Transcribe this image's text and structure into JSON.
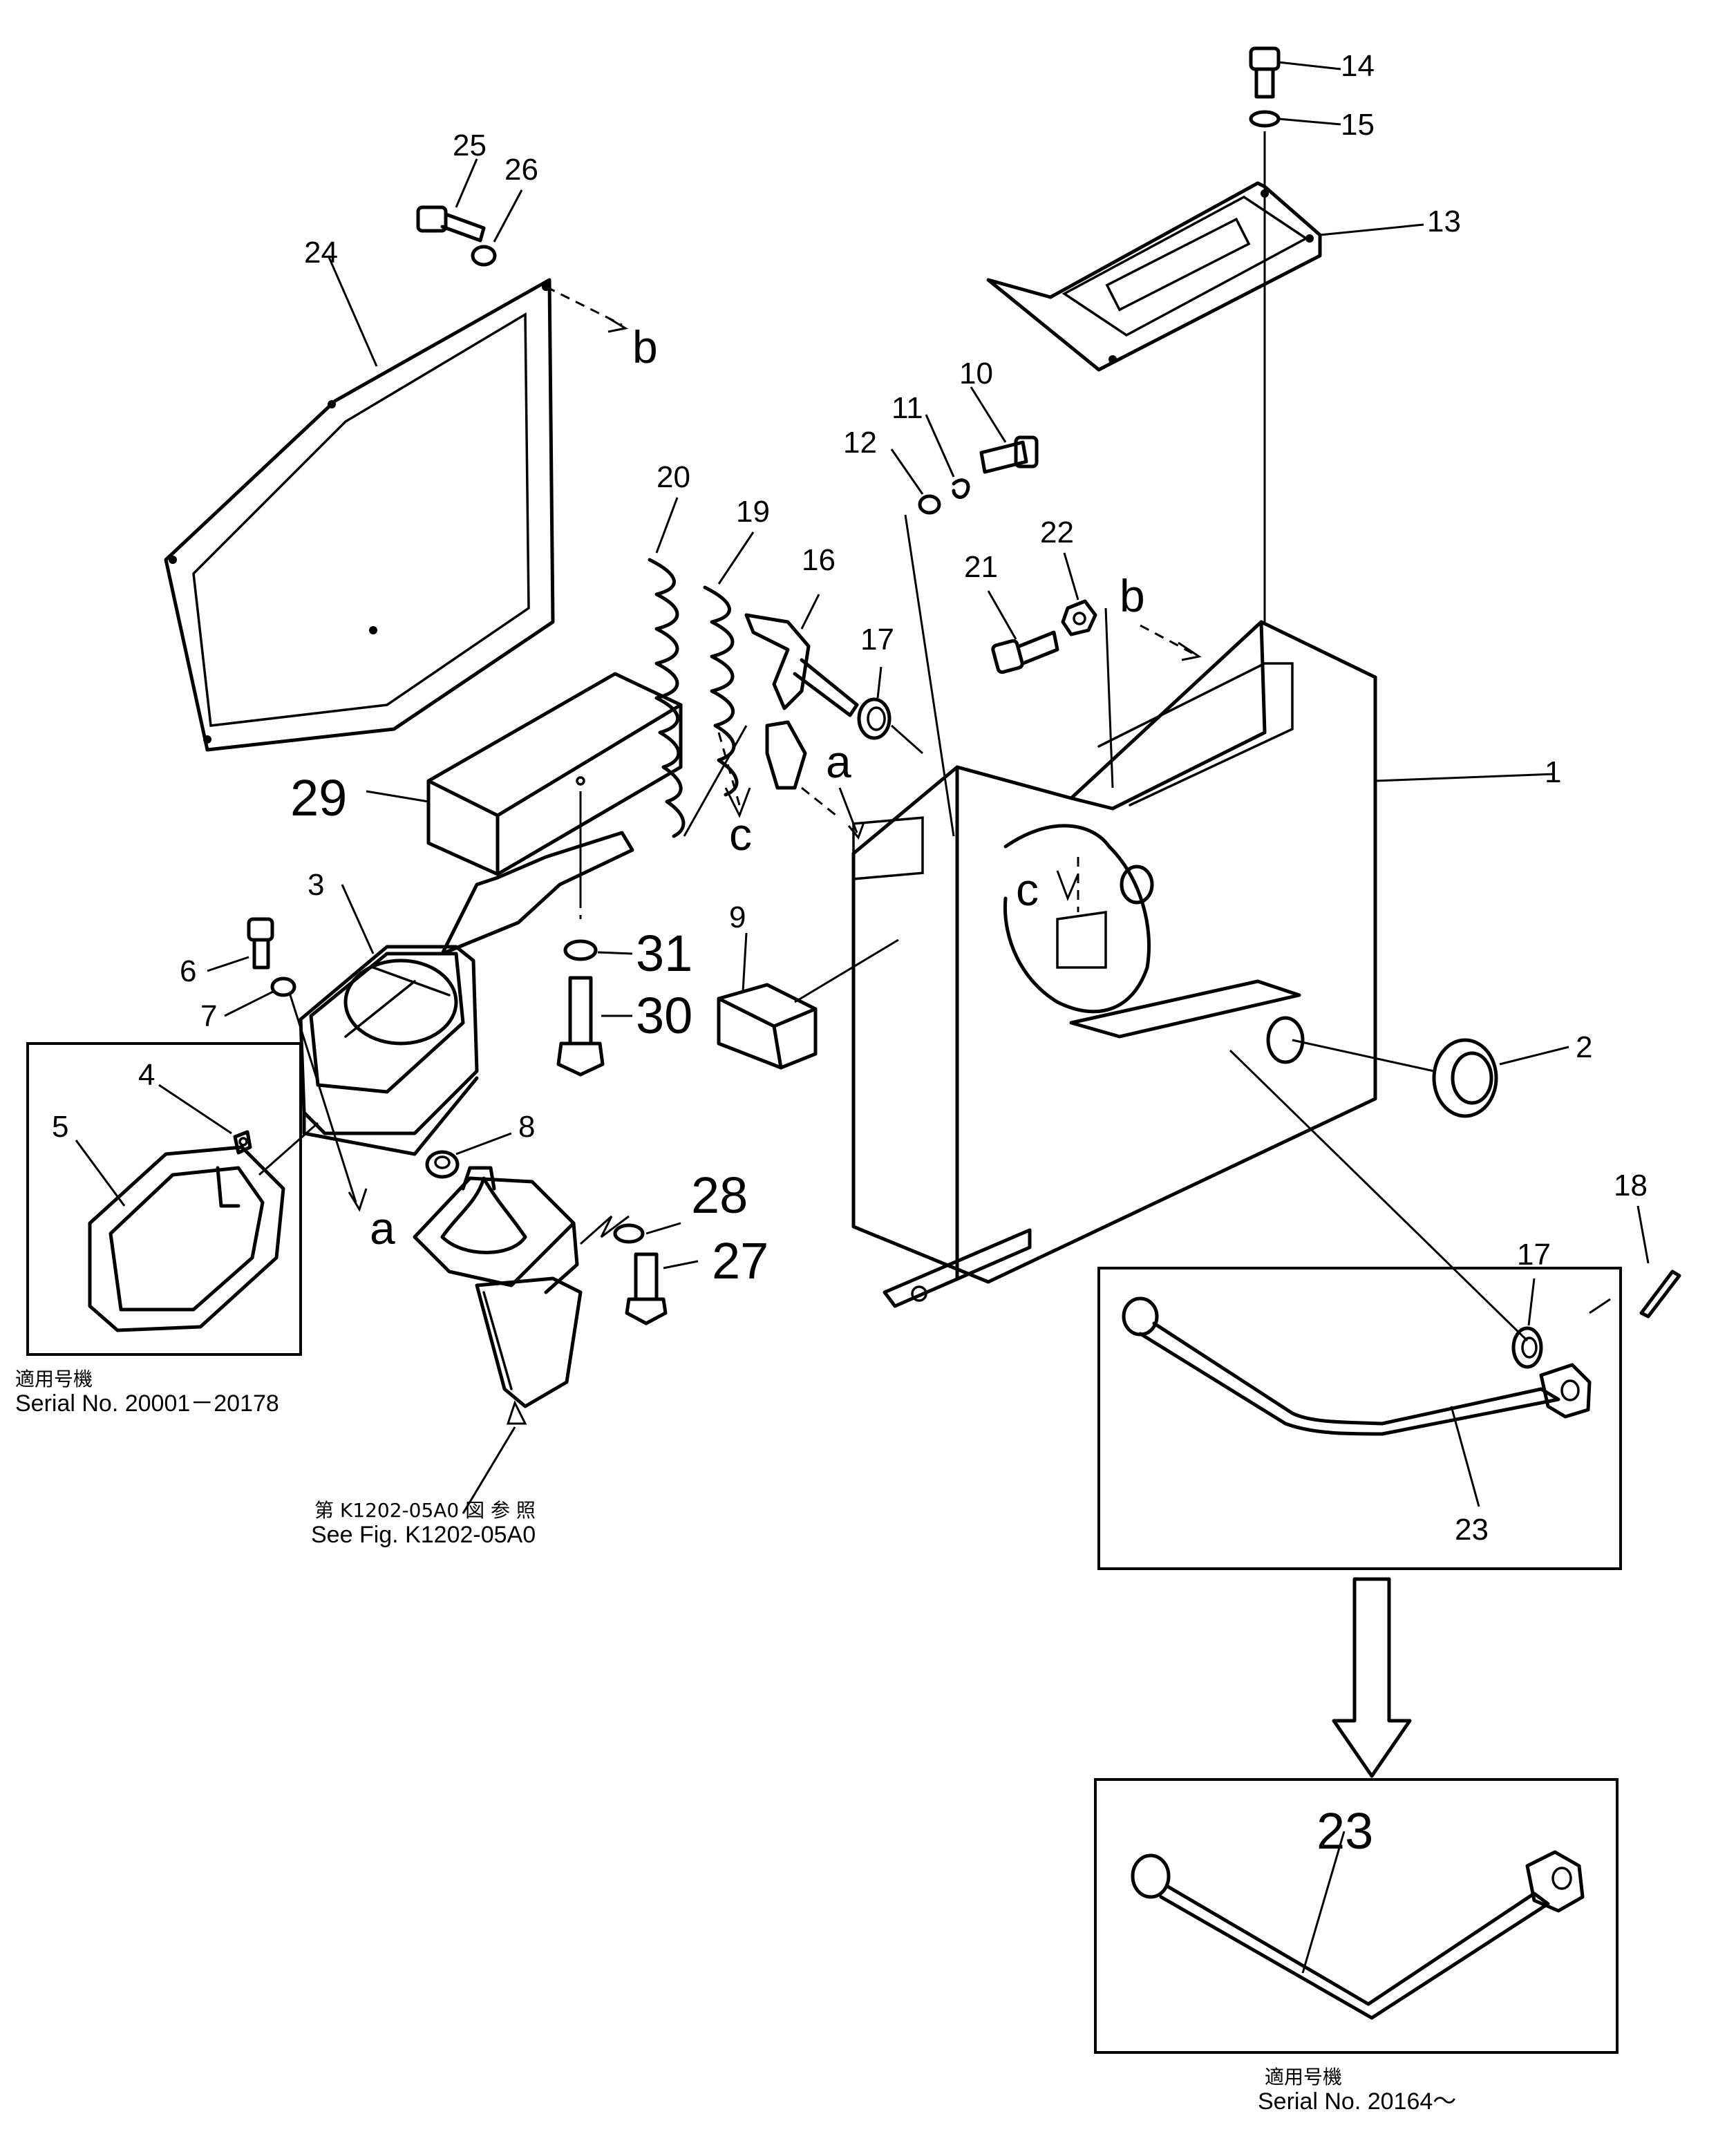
{
  "labels": {
    "p1": "1",
    "p2": "2",
    "p3": "3",
    "p4": "4",
    "p5": "5",
    "p6": "6",
    "p7": "7",
    "p8": "8",
    "p9": "9",
    "p10": "10",
    "p11": "11",
    "p12": "12",
    "p13": "13",
    "p14": "14",
    "p15": "15",
    "p16": "16",
    "p17a": "17",
    "p17b": "17",
    "p18": "18",
    "p19": "19",
    "p20": "20",
    "p21": "21",
    "p22": "22",
    "p23a": "23",
    "p23b": "23",
    "p24": "24",
    "p25": "25",
    "p26": "26",
    "p27": "27",
    "p28": "28",
    "p29": "29",
    "p30": "30",
    "p31": "31"
  },
  "refs": {
    "a1": "a",
    "a2": "a",
    "b1": "b",
    "b2": "b",
    "c1": "c",
    "c2": "c"
  },
  "notes": {
    "serial_left_jp": "適用号機",
    "serial_left": "Serial No. 20001－20178",
    "fig_ref_jp": "第 K1202-05A0 図 参 照",
    "fig_ref": "See Fig. K1202-05A0",
    "serial_right_jp": "適用号機",
    "serial_right": "Serial No. 20164～"
  }
}
